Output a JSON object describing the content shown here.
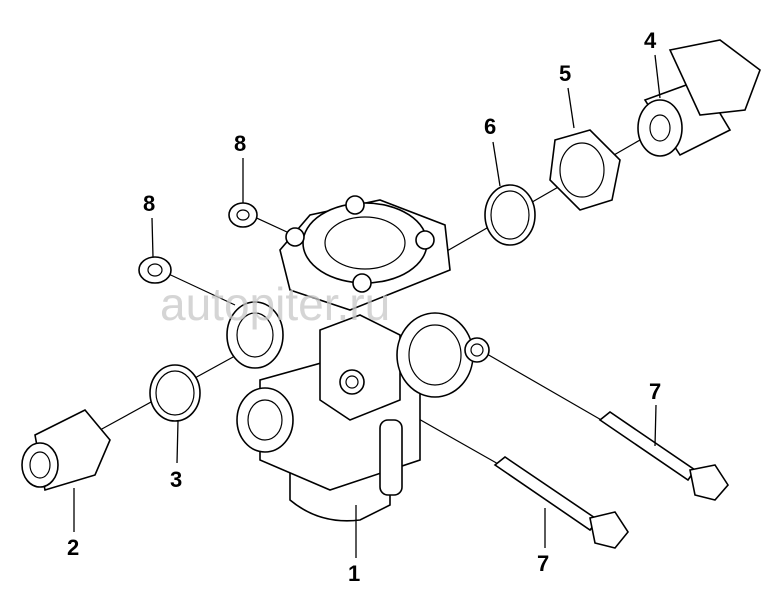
{
  "watermark": "autopiter.ru",
  "callouts": {
    "valve_body": "1",
    "connector_fitting": "2",
    "o_ring_small": "3",
    "sensor": "4",
    "hex_nut": "5",
    "o_ring_large": "6",
    "bolt_right": "7",
    "bolt_bottom": "7",
    "nut_top": "8",
    "nut_left": "8"
  }
}
